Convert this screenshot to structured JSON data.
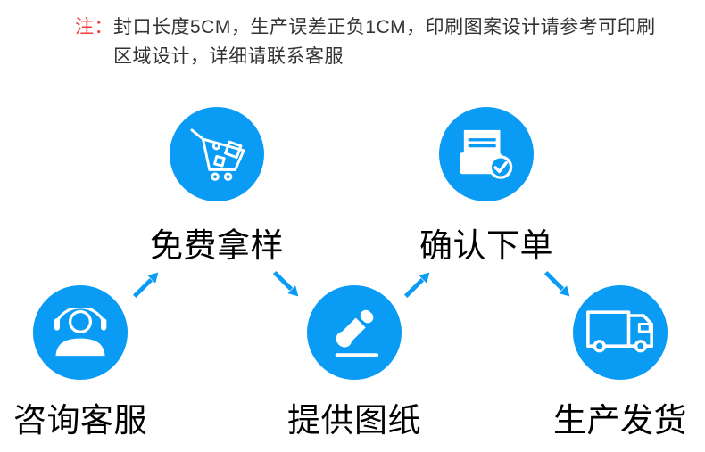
{
  "note": {
    "marker": "注：",
    "lines": [
      "封口长度5CM，生产误差正负1CM，印刷图案设计请参考可印刷",
      "区域设计，详细请联系客服"
    ]
  },
  "flow": {
    "steps": [
      {
        "label": "咨询客服",
        "icon": "headset-icon"
      },
      {
        "label": "免费拿样",
        "icon": "cart-icon"
      },
      {
        "label": "提供图纸",
        "icon": "pencil-icon"
      },
      {
        "label": "确认下单",
        "icon": "order-check-icon"
      },
      {
        "label": "生产发货",
        "icon": "truck-icon"
      }
    ]
  },
  "colors": {
    "accent": "#0a9bf5",
    "note_marker": "#f63d3d",
    "note_text": "#333333",
    "label_text": "#000000",
    "background": "#ffffff"
  }
}
